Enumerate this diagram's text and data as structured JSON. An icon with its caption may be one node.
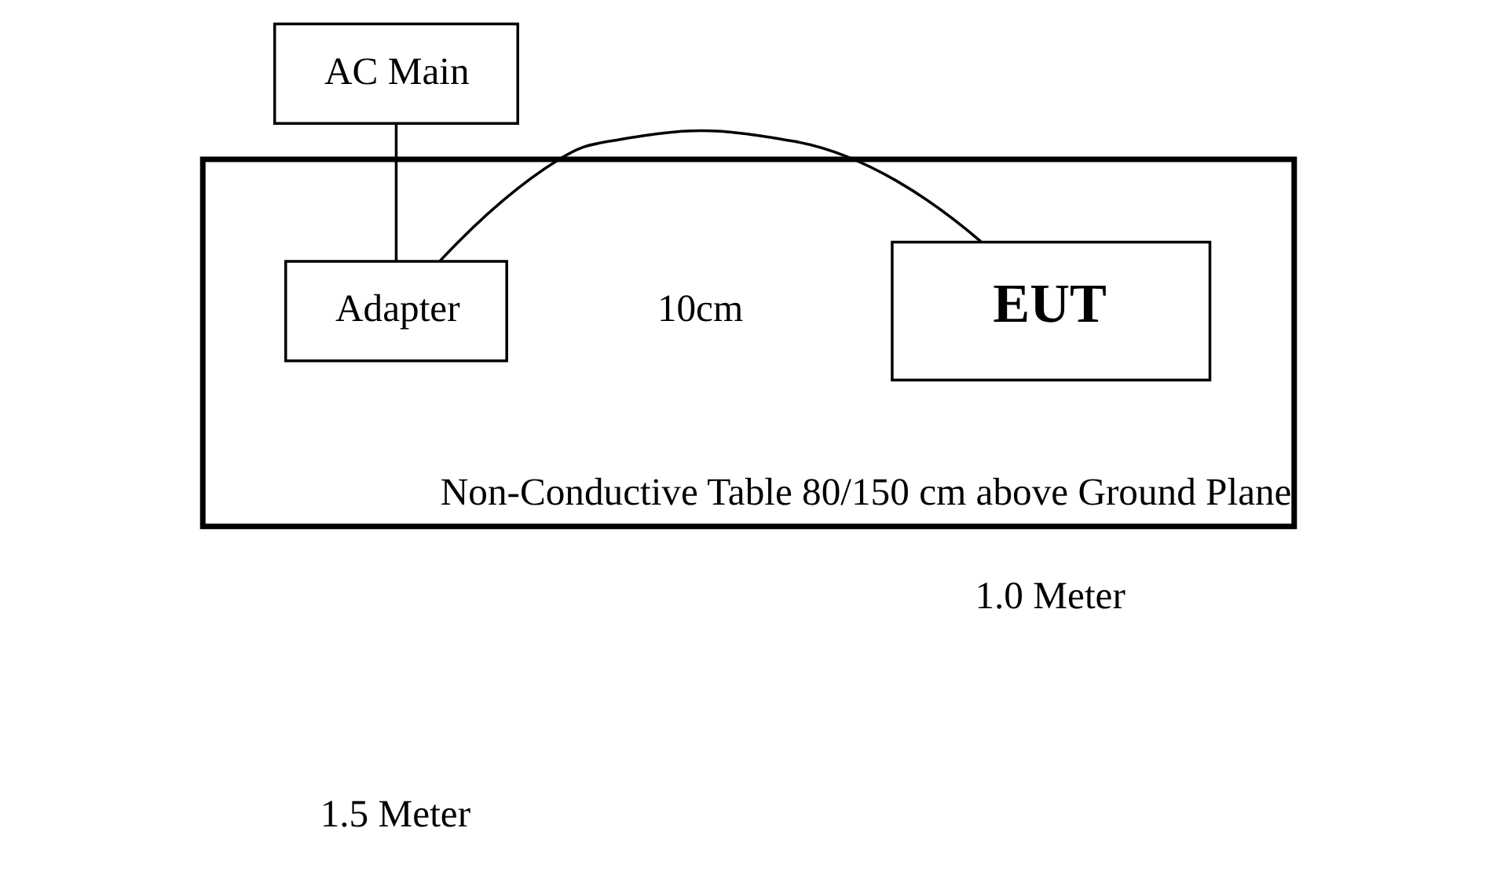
{
  "diagram": {
    "nodes": [
      {
        "text": [
          "AC Main"
        ]
      },
      {
        "text": [
          "Non-Conductive Table 80/150 cm above Ground Plane"
        ]
      },
      {
        "text": [
          "Adapter"
        ],
        "in": 1
      },
      {
        "text": [
          "EUT"
        ],
        "in": 1
      }
    ],
    "edges": [
      {
        "from": 0,
        "to": 2,
        "arrow": "none"
      },
      {
        "from": 2,
        "to": 3,
        "arrow": "none"
      }
    ],
    "labels": [
      "10cm",
      "1.0 Meter",
      "1.5 Meter"
    ]
  }
}
